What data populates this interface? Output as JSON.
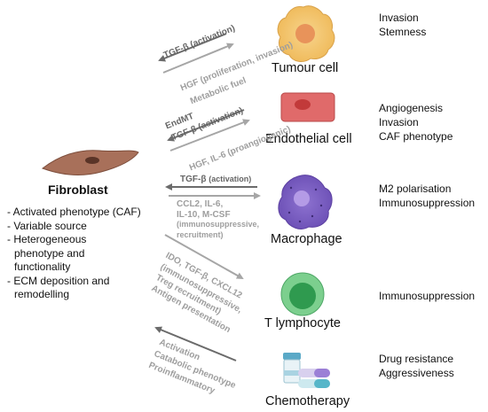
{
  "fibroblast": {
    "title": "Fibroblast",
    "properties": [
      "- Activated phenotype  (CAF)",
      "- Variable source",
      "- Heterogeneous",
      "  phenotype and",
      "  functionality",
      "- ECM deposition and",
      "  remodelling"
    ]
  },
  "cells": [
    {
      "label": "Tumour cell",
      "effects": [
        "Invasion",
        "Stemness"
      ]
    },
    {
      "label": "Endothelial cell",
      "effects": [
        "Angiogenesis",
        "Invasion",
        "CAF phenotype"
      ]
    },
    {
      "label": "Macrophage",
      "effects": [
        "M2 polarisation",
        "Immunosuppression"
      ]
    },
    {
      "label": "T lymphocyte",
      "effects": [
        "Immunosuppression"
      ]
    },
    {
      "label": "Chemotherapy",
      "effects": [
        "Drug resistance",
        "Aggressiveness"
      ]
    }
  ],
  "arrows": {
    "tumour_in": "TGF-β (activation)",
    "tumour_out_1": "HGF (proliferation, invasion)",
    "tumour_out_2": "Metabolic fuel",
    "endo_in_1": "EndMT",
    "endo_in_2": "TGF-β (activation)",
    "endo_out": "HGF, IL-6 (proangiogenic)",
    "macro_in_main": "TGF-β",
    "macro_in_sub": "(activation)",
    "macro_out_1": "CCL2,  IL-6,",
    "macro_out_2": "IL-10,  M-CSF",
    "macro_out_3": "(immunosuppressive,",
    "macro_out_4": "recruitment)",
    "t_out_1": "IDO, TGF-β,  CXCL12",
    "t_out_2": "(immunosuppressive,",
    "t_out_3": "Treg recruitment)",
    "t_out_4": "Antigen presentation",
    "chemo_in_1": "Activation",
    "chemo_in_2": "Catabolic phenotype",
    "chemo_in_3": "Proinflammatory"
  },
  "colors": {
    "dark_arrow": "#6b6b6b",
    "light_arrow": "#a6a6a6",
    "tumour": "#f2c572",
    "tumour_nucleus": "#e8935a",
    "endothelial": "#e06a6a",
    "macrophage": "#7f62c6",
    "lymphocyte": "#5ec07a",
    "fibroblast": "#a8705a"
  }
}
